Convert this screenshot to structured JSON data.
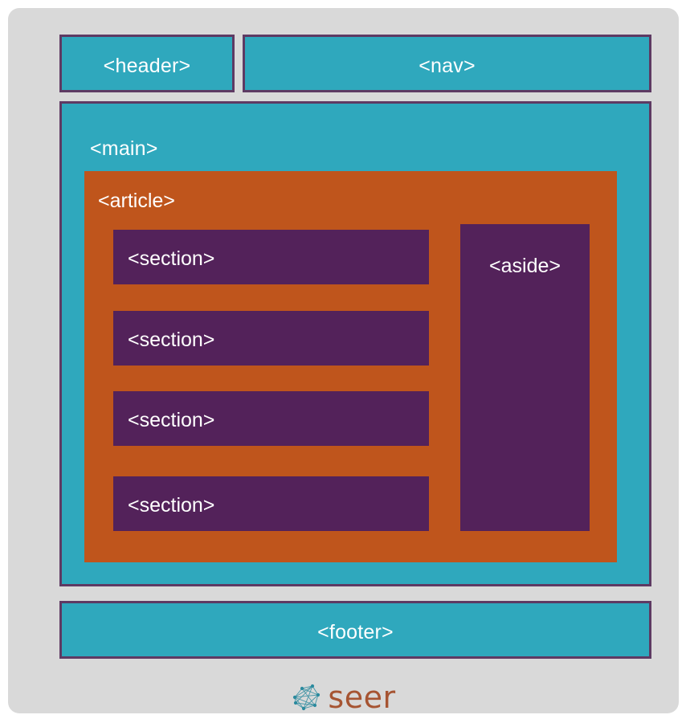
{
  "page": {
    "title": "HTML5 semantic layout diagram",
    "background_color": "#ffffff",
    "panel_color": "#d9d9d9"
  },
  "colors": {
    "teal": "#2fa8bd",
    "orange": "#bf551c",
    "purple": "#53225a",
    "border": "#5e3a63",
    "label": "#ffffff",
    "brand_text": "#a65432",
    "brand_mark": "#2b8a9e"
  },
  "diagram": {
    "header": {
      "label": "<header>",
      "color": "#2fa8bd"
    },
    "nav": {
      "label": "<nav>",
      "color": "#2fa8bd"
    },
    "main": {
      "label": "<main>",
      "color": "#2fa8bd"
    },
    "article": {
      "label": "<article>",
      "color": "#bf551c"
    },
    "sections": [
      {
        "label": "<section>"
      },
      {
        "label": "<section>"
      },
      {
        "label": "<section>"
      },
      {
        "label": "<section>"
      }
    ],
    "aside": {
      "label": "<aside>",
      "color": "#53225a"
    },
    "footer": {
      "label": "<footer>",
      "color": "#2fa8bd"
    }
  },
  "brand": {
    "name": "seer",
    "mark": "network-graph-icon"
  }
}
